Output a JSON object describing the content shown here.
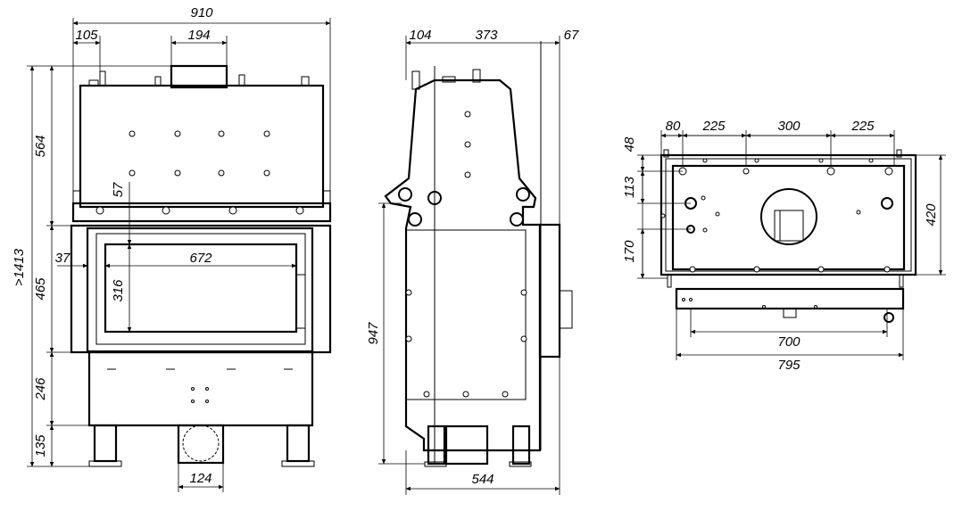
{
  "front_view": {
    "dims": {
      "total_width": "910",
      "left_offset": "105",
      "flue_width": "194",
      "height_total": ">1413",
      "height_top": "564",
      "height_door": "465",
      "height_base": "246",
      "height_legs": "135",
      "door_left": "37",
      "glass_width": "672",
      "glass_height": "316",
      "glass_top": "57",
      "inlet_width": "124"
    }
  },
  "side_view": {
    "dims": {
      "back_offset": "104",
      "body_depth": "373",
      "front_offset": "67",
      "height": "947",
      "total_depth": "544"
    }
  },
  "top_view": {
    "dims": {
      "w1": "80",
      "w2": "225",
      "w3": "300",
      "w4": "225",
      "h1": "48",
      "h2": "113",
      "h3": "170",
      "depth": "420",
      "inner_width": "700",
      "outer_width": "795"
    }
  }
}
